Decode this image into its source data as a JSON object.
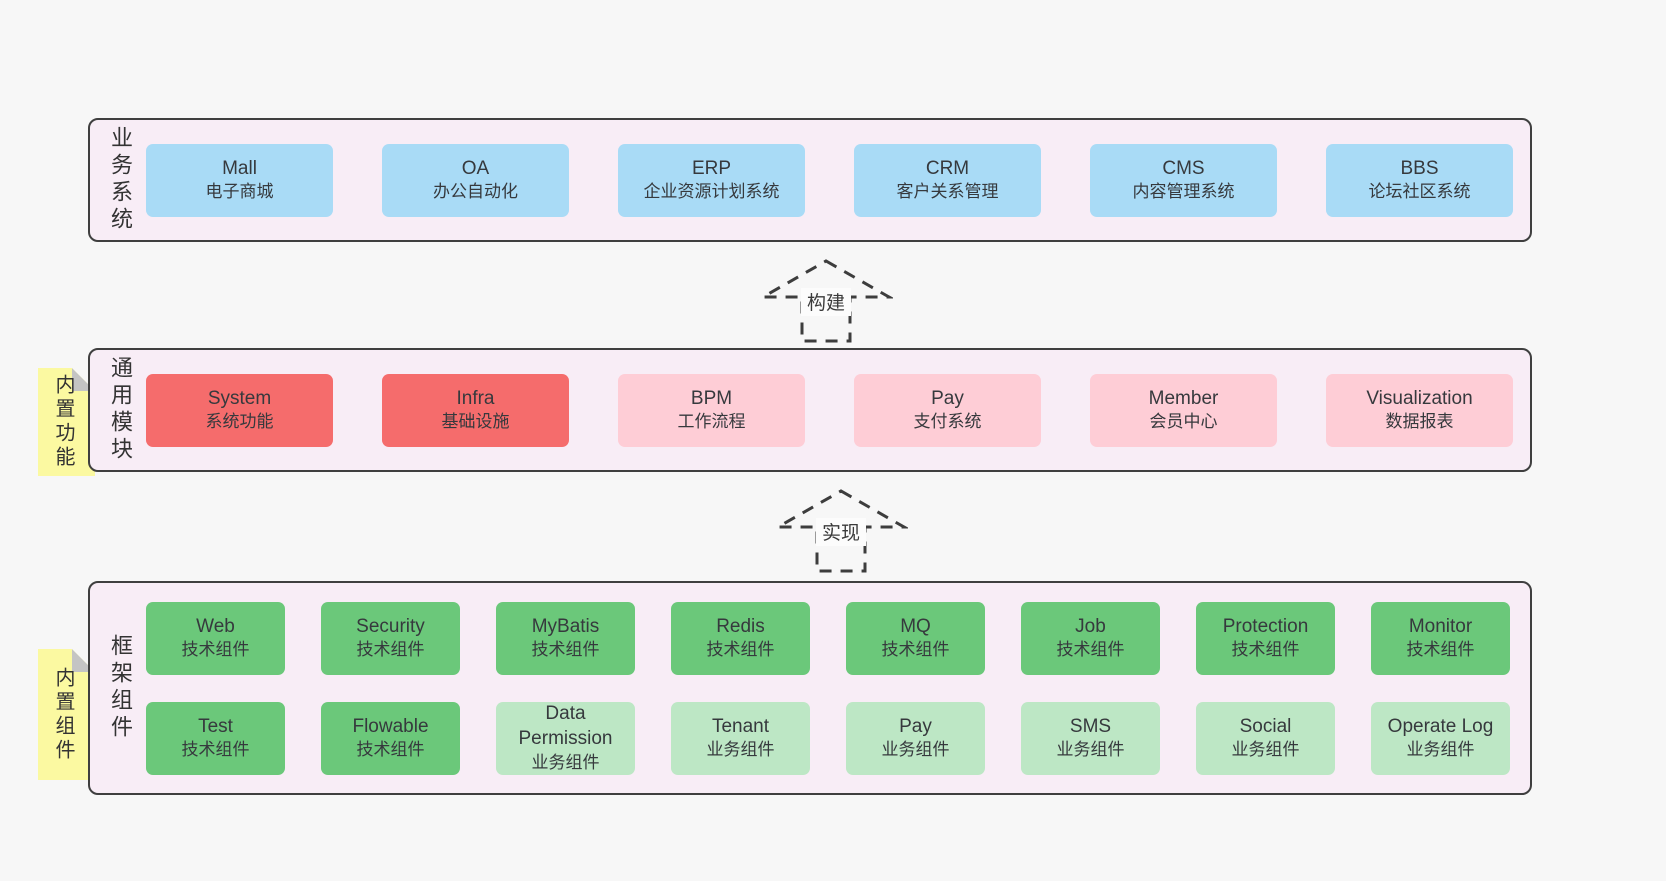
{
  "page_bg": "#f7f7f7",
  "colors": {
    "panel_bg": "#f8edf6",
    "panel_border": "#3f3f3f",
    "blue_box": "#a9dbf6",
    "red_box": "#f56c6c",
    "pink_box": "#fecdd6",
    "green_box": "#6bc87a",
    "light_green_box": "#bde7c5",
    "note_yellow": "#fbf9a1",
    "note_fold_gray": "#c4c4c4",
    "text": "#36393d"
  },
  "sections": [
    {
      "side_label": "业务系统",
      "boxes": [
        {
          "name": "Mall",
          "label": "电子商城"
        },
        {
          "name": "OA",
          "label": "办公自动化"
        },
        {
          "name": "ERP",
          "label": "企业资源计划系统"
        },
        {
          "name": "CRM",
          "label": "客户关系管理"
        },
        {
          "name": "CMS",
          "label": "内容管理系统"
        },
        {
          "name": "BBS",
          "label": "论坛社区系统"
        }
      ]
    },
    {
      "side_label": "通用模块",
      "note": "内置功能",
      "boxes": [
        {
          "name": "System",
          "label": "系统功能"
        },
        {
          "name": "Infra",
          "label": "基础设施"
        },
        {
          "name": "BPM",
          "label": "工作流程"
        },
        {
          "name": "Pay",
          "label": "支付系统"
        },
        {
          "name": "Member",
          "label": "会员中心"
        },
        {
          "name": "Visualization",
          "label": "数据报表"
        }
      ]
    },
    {
      "side_label": "框架组件",
      "note": "内置组件",
      "rows": [
        [
          {
            "name": "Web",
            "label": "技术组件"
          },
          {
            "name": "Security",
            "label": "技术组件"
          },
          {
            "name": "MyBatis",
            "label": "技术组件"
          },
          {
            "name": "Redis",
            "label": "技术组件"
          },
          {
            "name": "MQ",
            "label": "技术组件"
          },
          {
            "name": "Job",
            "label": "技术组件"
          },
          {
            "name": "Protection",
            "label": "技术组件"
          },
          {
            "name": "Monitor",
            "label": "技术组件"
          }
        ],
        [
          {
            "name": "Test",
            "label": "技术组件"
          },
          {
            "name": "Flowable",
            "label": "技术组件"
          },
          {
            "name": "Data Permission",
            "label": "业务组件"
          },
          {
            "name": "Tenant",
            "label": "业务组件"
          },
          {
            "name": "Pay",
            "label": "业务组件"
          },
          {
            "name": "SMS",
            "label": "业务组件"
          },
          {
            "name": "Social",
            "label": "业务组件"
          },
          {
            "name": "Operate Log",
            "label": "业务组件"
          }
        ]
      ]
    }
  ],
  "arrows": [
    {
      "label": "构建"
    },
    {
      "label": "实现"
    }
  ]
}
